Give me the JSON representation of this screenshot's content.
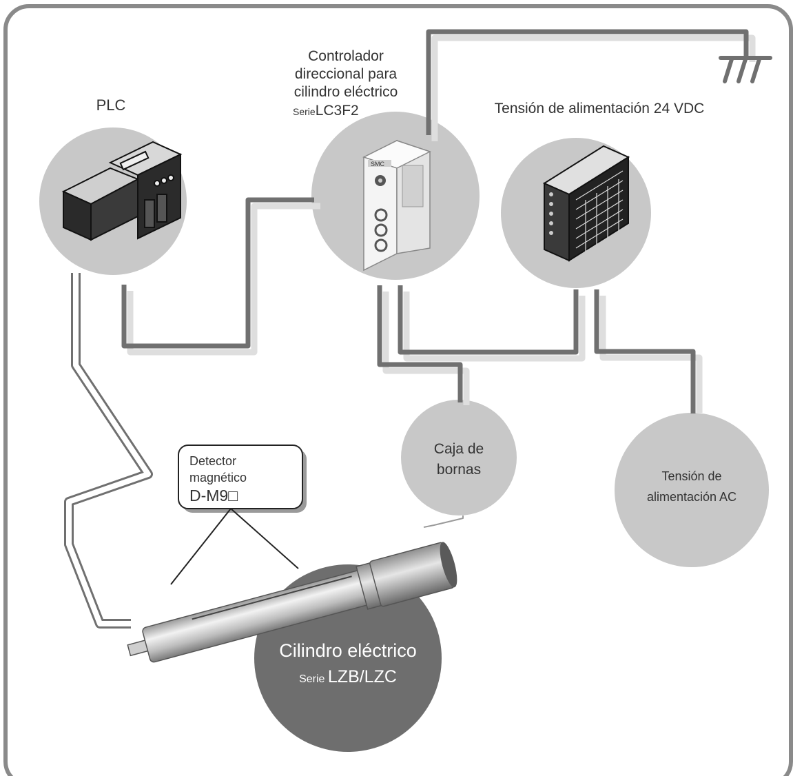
{
  "labels": {
    "plc": "PLC",
    "controller": {
      "line1": "Controlador",
      "line2": "direccional para",
      "line3": "cilindro eléctrico",
      "series_prefix": "Serie",
      "series_code": "LC3F2"
    },
    "power_dc": "Tensión de alimentación 24 VDC",
    "terminal_box": {
      "line1": "Caja de",
      "line2": "bornas"
    },
    "power_ac": {
      "line1": "Tensión de",
      "line2": "alimentación AC"
    },
    "detector": {
      "line1": "Detector",
      "line2": "magnético",
      "model": "D-M9□"
    },
    "cylinder": {
      "line1": "Cilindro eléctrico",
      "series_prefix": "Serie",
      "series_code": "LZB/LZC"
    }
  },
  "device_logos": {
    "controller": "SMC"
  },
  "colors": {
    "frame_border": "#8a8a8a",
    "circle_fill": "#c8c8c8",
    "cylinder_circle_fill": "#6e6e6e",
    "cable": "#707070",
    "cable_shadow": "#dedede",
    "text": "#333333"
  },
  "icons": {
    "ground": "ground-symbol-icon",
    "plc": "plc-device-icon",
    "controller": "controller-device-icon",
    "power_supply": "power-supply-device-icon",
    "cylinder": "electric-cylinder-icon"
  }
}
